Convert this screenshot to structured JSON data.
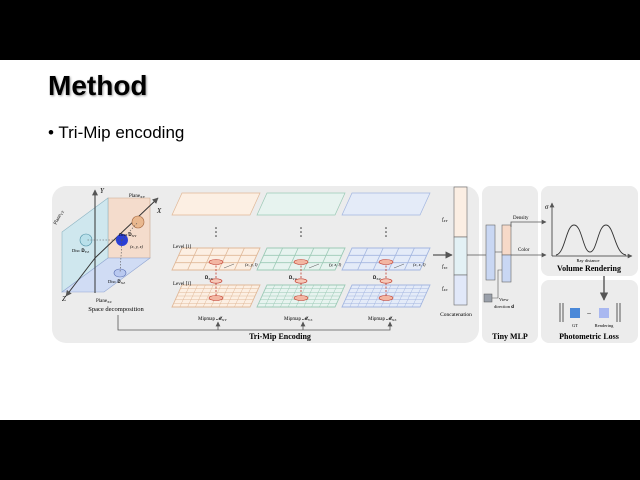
{
  "slide": {
    "title": "Method",
    "bullet_prefix": "•",
    "bullet": "Tri-Mip encoding"
  },
  "figure": {
    "plane_yz": "Plane",
    "plane_yz_sub": "YZ",
    "plane_xy": "Plane",
    "plane_xy_sub": "XY",
    "plane_xz": "Plane",
    "plane_xz_sub": "XZ",
    "disc_yz": "Disc 𝐃",
    "disc_yz_sub": "YZ",
    "disc_xy": "Disc 𝐃",
    "disc_xy_sub": "XY",
    "disc_xz": "Disc 𝐃",
    "disc_xz_sub": "XZ",
    "point_label": "(x, y, z)",
    "axis_x": "X",
    "axis_y": "Y",
    "axis_z": "Z",
    "space_caption": "Space decomposition",
    "level_l": "Level ⌊l⌋",
    "level_i": "Level ⌈l⌉",
    "disc_labels": [
      {
        "label": "𝐃",
        "sub": "XY",
        "coord": "(x, y, l)"
      },
      {
        "label": "𝐃",
        "sub": "YZ",
        "coord": "(y, z, l)"
      },
      {
        "label": "𝐃",
        "sub": "XZ",
        "coord": "(x, z, l)"
      }
    ],
    "mipmaps": [
      {
        "label": "Mipmap 𝓜",
        "sub": "XY"
      },
      {
        "label": "Mipmap 𝓜",
        "sub": "YZ"
      },
      {
        "label": "Mipmap 𝓜",
        "sub": "XZ"
      }
    ],
    "features": [
      {
        "label": "f",
        "sub": "XY"
      },
      {
        "label": "f",
        "sub": "YZ"
      },
      {
        "label": "f",
        "sub": "XZ"
      }
    ],
    "concatenation": "Concatenation",
    "trimip_caption": "Tri-Mip Encoding",
    "density": "Density",
    "color": "Color",
    "view_direction_1": "View",
    "view_direction_2": "direction 𝐝",
    "tiny_mlp": "Tiny MLP",
    "sigma": "σ",
    "ray_distance": "Ray distance",
    "volume_rendering": "Volume Rendering",
    "gt": "GT",
    "minus": "−",
    "rendering": "Rendering",
    "photometric_loss": "Photometric Loss"
  }
}
